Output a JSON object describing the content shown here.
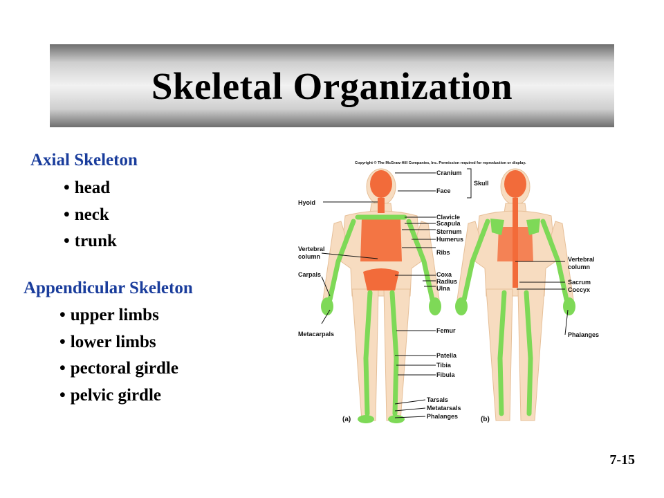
{
  "title": "Skeletal Organization",
  "axial": {
    "heading": "Axial Skeleton",
    "items": [
      "head",
      "neck",
      "trunk"
    ]
  },
  "appendicular": {
    "heading": "Appendicular Skeleton",
    "items": [
      "upper limbs",
      "lower limbs",
      "pectoral girdle",
      "pelvic girdle"
    ]
  },
  "figure": {
    "copyright": "Copyright © The McGraw-Hill Companies, Inc. Permission required for reproduction or display.",
    "labels": {
      "cranium": "Cranium",
      "face": "Face",
      "skull": "Skull",
      "hyoid": "Hyoid",
      "clavicle": "Clavicle",
      "scapula": "Scapula",
      "sternum": "Sternum",
      "humerus": "Humerus",
      "ribs": "Ribs",
      "vertebral_line1": "Vertebral",
      "vertebral_line2": "column",
      "carpals": "Carpals",
      "coxa": "Coxa",
      "radius": "Radius",
      "ulna": "Ulna",
      "sacrum": "Sacrum",
      "coccyx": "Coccyx",
      "metacarpals": "Metacarpals",
      "femur": "Femur",
      "phalanges": "Phalanges",
      "patella": "Patella",
      "tibia": "Tibia",
      "fibula": "Fibula",
      "tarsals": "Tarsals",
      "metatarsals": "Metatarsals",
      "panel_a": "(a)",
      "panel_b": "(b)"
    },
    "colors": {
      "axial": "#f26b3a",
      "appendicular": "#7ed957",
      "skin": "#f7dcc0"
    }
  },
  "slide_number": "7-15"
}
